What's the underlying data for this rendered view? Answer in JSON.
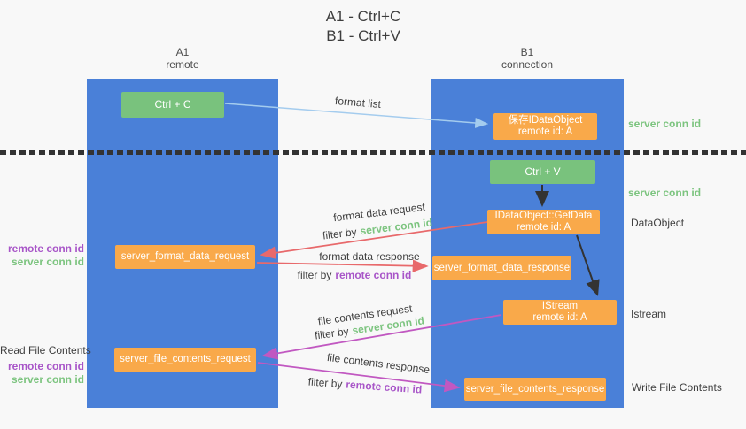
{
  "title": {
    "line1": "A1 - Ctrl+C",
    "line2": "B1 - Ctrl+V"
  },
  "lifelines": {
    "a1": {
      "name": "A1",
      "role": "remote"
    },
    "b1": {
      "name": "B1",
      "role": "connection"
    }
  },
  "nodes": {
    "ctrl_c": {
      "label": "Ctrl + C"
    },
    "ctrl_v": {
      "label": "Ctrl + V"
    },
    "save_dataobject": {
      "line1": "保存IDataObject",
      "line2": "remote id: A"
    },
    "getdata": {
      "line1": "IDataObject::GetData",
      "line2": "remote id: A"
    },
    "istream": {
      "line1": "IStream",
      "line2": "remote id: A"
    },
    "format_data_request": {
      "label": "server_format_data_request"
    },
    "format_data_response": {
      "label": "server_format_data_response"
    },
    "file_contents_request": {
      "label": "server_file_contents_request"
    },
    "file_contents_response": {
      "label": "server_file_contents_response"
    }
  },
  "arrows": {
    "format_list": {
      "label": "format list"
    },
    "format_data_request": {
      "label": "format data request",
      "filter_prefix": "filter by",
      "filter_key": "server conn id"
    },
    "format_data_response": {
      "label": "format data response",
      "filter_prefix": "filter by",
      "filter_key": "remote conn id"
    },
    "file_contents_request": {
      "label": "file contents request",
      "filter_prefix": "filter by",
      "filter_key": "server conn id"
    },
    "file_contents_response": {
      "label": "file contents response",
      "filter_prefix": "filter by",
      "filter_key": "remote conn id"
    }
  },
  "side_labels": {
    "left_format": {
      "remote": "remote conn id",
      "server": "server conn id"
    },
    "left_file": {
      "title": "Read File Contents",
      "remote": "remote conn id",
      "server": "server conn id"
    },
    "right": {
      "server_conn_top": "server conn id",
      "server_conn_mid": "server conn id",
      "dataobject": "DataObject",
      "istream": "Istream",
      "write_file": "Write File Contents"
    }
  },
  "colors": {
    "background": "#f8f8f8",
    "lifeline_blue": "#4a80d8",
    "box_green": "#79c27d",
    "box_orange": "#f9a94a",
    "green_text": "#7cc47f",
    "purple_text": "#a855c8",
    "arrow_blue": "#a4ccee",
    "arrow_red": "#e8696b",
    "arrow_magenta": "#c158c1",
    "arrow_black": "#333333",
    "text_dark": "#3f3f3f"
  }
}
